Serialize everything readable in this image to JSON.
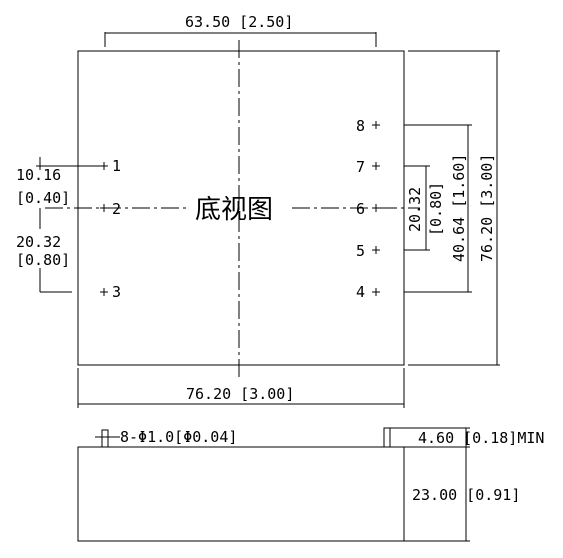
{
  "title": "底视图",
  "dims": {
    "pin_pitch_top": "63.50 [2.50]",
    "width_bottom": "76.20 [3.00]",
    "height_right": "76.20 [3.00]",
    "left_top_mm": "10.16",
    "left_top_in": "[0.40]",
    "left_mid_mm": "20.32",
    "left_mid_in": "[0.80]",
    "right_inner_mm": "20.32",
    "right_inner_in": "[0.80]",
    "right_outer": "40.64 [1.60]",
    "pin_desc": "8-Φ1.0[Φ0.04]",
    "pin_len": "4.60 [0.18]MIN",
    "side_height": "23.00 [0.91]"
  },
  "pins_left": [
    {
      "label": "1"
    },
    {
      "label": "2"
    },
    {
      "label": "3"
    }
  ],
  "pins_right": [
    {
      "label": "8"
    },
    {
      "label": "7"
    },
    {
      "label": "6"
    },
    {
      "label": "5"
    },
    {
      "label": "4"
    }
  ]
}
